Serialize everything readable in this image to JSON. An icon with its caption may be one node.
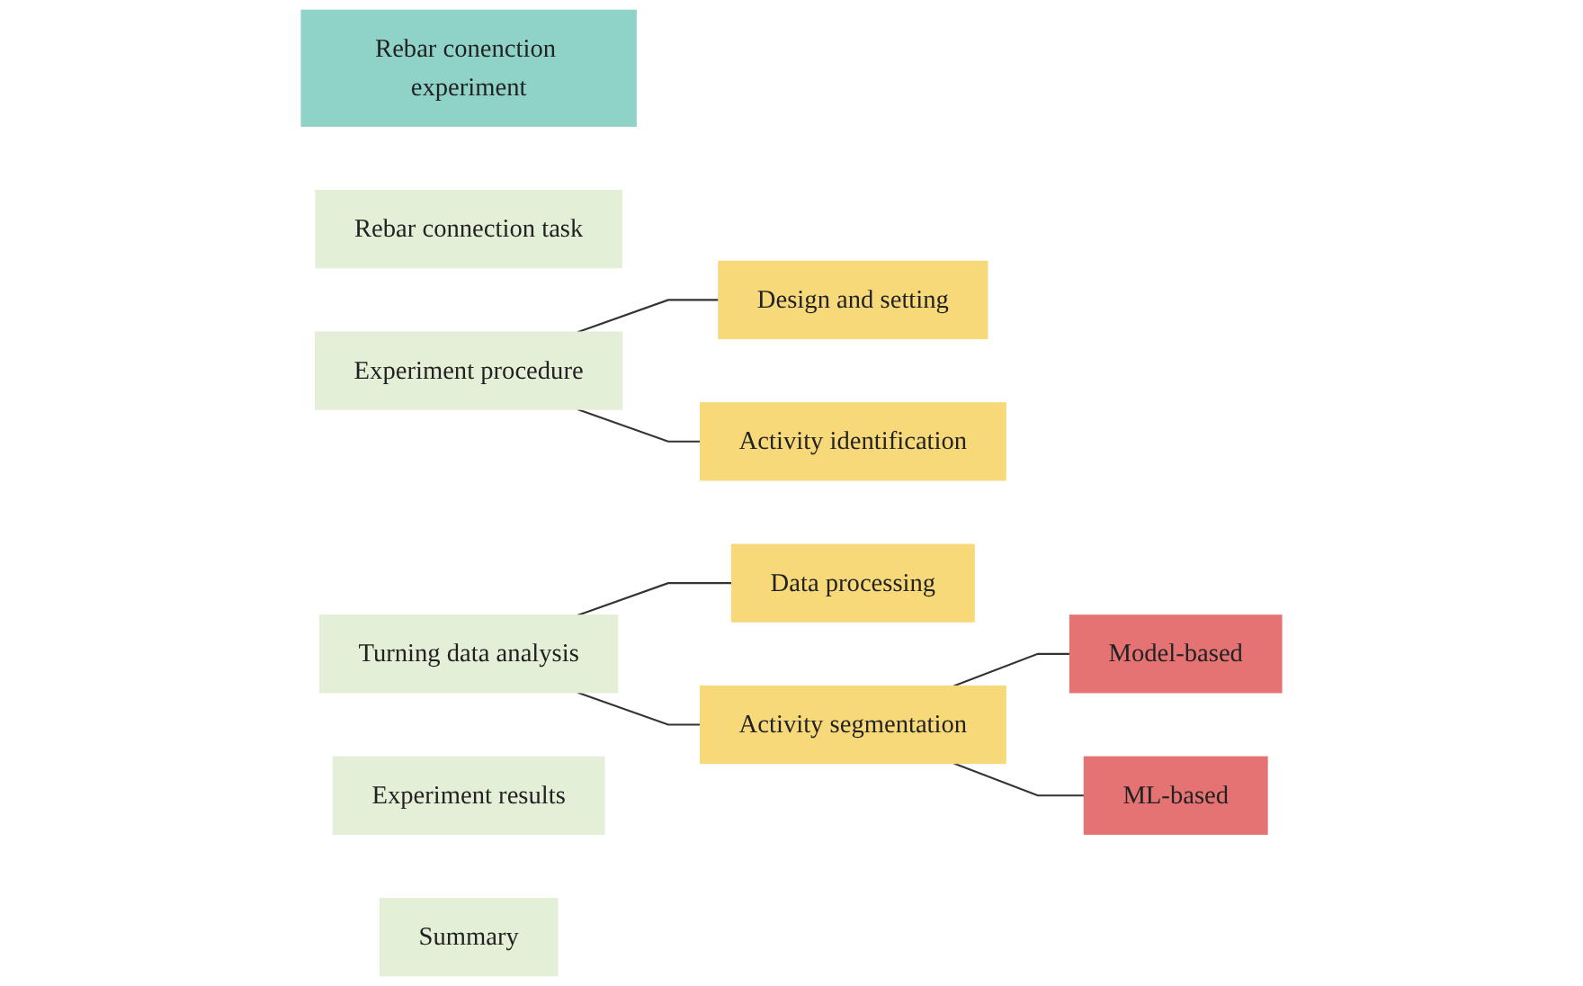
{
  "diagram": {
    "nodes": [
      {
        "text": [
          "Rebar conenction experiment"
        ]
      },
      {
        "text": [
          "Rebar connection task"
        ]
      },
      {
        "text": [
          "Experiment procedure"
        ]
      },
      {
        "text": [
          "Design and setting"
        ]
      },
      {
        "text": [
          "Activity identification"
        ]
      },
      {
        "text": [
          "Turning data analysis"
        ]
      },
      {
        "text": [
          "Data processing"
        ]
      },
      {
        "text": [
          "Activity segmentation"
        ]
      },
      {
        "text": [
          "Model-based"
        ]
      },
      {
        "text": [
          "ML-based"
        ]
      },
      {
        "text": [
          "Experiment results"
        ]
      },
      {
        "text": [
          "Summary"
        ]
      }
    ],
    "edges": [
      {
        "from": 2,
        "to": 3,
        "arrow": "none"
      },
      {
        "from": 2,
        "to": 4,
        "arrow": "none"
      },
      {
        "from": 5,
        "to": 6,
        "arrow": "none"
      },
      {
        "from": 5,
        "to": 7,
        "arrow": "none"
      },
      {
        "from": 7,
        "to": 8,
        "arrow": "none"
      },
      {
        "from": 7,
        "to": 9,
        "arrow": "none"
      }
    ]
  }
}
